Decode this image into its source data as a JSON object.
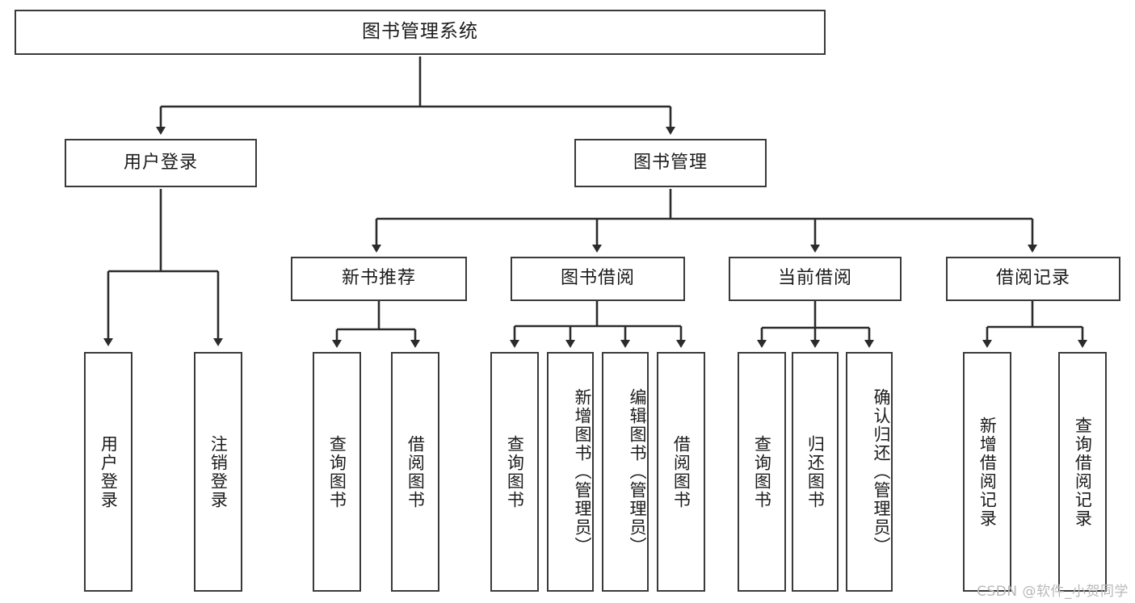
{
  "diagram": {
    "type": "tree",
    "title": "图书管理系统",
    "root": {
      "label": "图书管理系统"
    },
    "level2": [
      {
        "label": "用户登录"
      },
      {
        "label": "图书管理"
      }
    ],
    "level3": [
      {
        "label": "新书推荐"
      },
      {
        "label": "图书借阅"
      },
      {
        "label": "当前借阅"
      },
      {
        "label": "借阅记录"
      }
    ],
    "leaves": [
      {
        "label": "用户登录",
        "parent": "用户登录"
      },
      {
        "label": "注销登录",
        "parent": "用户登录"
      },
      {
        "label": "查询图书",
        "parent": "新书推荐"
      },
      {
        "label": "借阅图书",
        "parent": "新书推荐"
      },
      {
        "label": "查询图书",
        "parent": "图书借阅"
      },
      {
        "label": "新增图书（管理员）",
        "parent": "图书借阅"
      },
      {
        "label": "编辑图书（管理员）",
        "parent": "图书借阅"
      },
      {
        "label": "借阅图书",
        "parent": "图书借阅"
      },
      {
        "label": "查询图书",
        "parent": "当前借阅"
      },
      {
        "label": "归还图书",
        "parent": "当前借阅"
      },
      {
        "label": "确认归还（管理员）",
        "parent": "当前借阅"
      },
      {
        "label": "新增借阅记录",
        "parent": "借阅记录"
      },
      {
        "label": "查询借阅记录",
        "parent": "借阅记录"
      }
    ],
    "colors": {
      "stroke": "#3a3a3a",
      "fill": "#ffffff",
      "text": "#1b1b1b",
      "watermark": "#b8b8b8"
    }
  },
  "watermark": {
    "text": "CSDN @软件_小贺同学"
  }
}
